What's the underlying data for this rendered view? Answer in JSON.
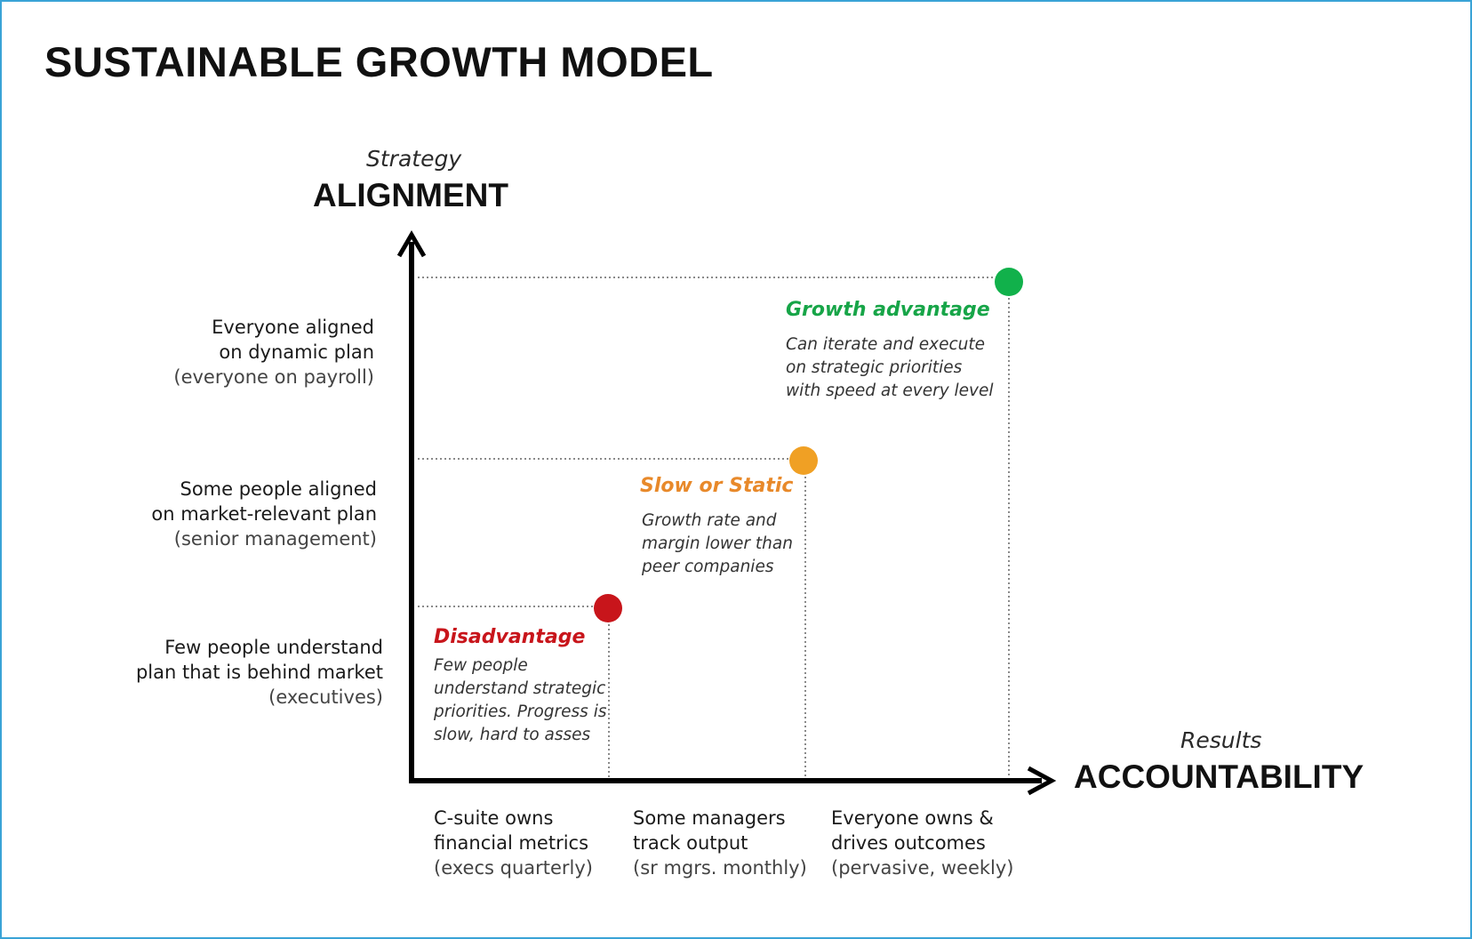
{
  "title": "SUSTAINABLE GROWTH MODEL",
  "y_axis": {
    "sub": "Strategy",
    "main": "ALIGNMENT",
    "levels": [
      {
        "line1": "Everyone aligned",
        "line2": "on dynamic plan",
        "line3": "(everyone on payroll)"
      },
      {
        "line1": "Some people aligned",
        "line2": "on market-relevant plan",
        "line3": "(senior management)"
      },
      {
        "line1": "Few people understand",
        "line2": "plan that is behind market",
        "line3": "(executives)"
      }
    ]
  },
  "x_axis": {
    "sub": "Results",
    "main": "ACCOUNTABILITY",
    "levels": [
      {
        "line1": "C-suite owns",
        "line2": "financial metrics",
        "line3": "(execs quarterly)"
      },
      {
        "line1": "Some managers",
        "line2": "track output",
        "line3": "(sr mgrs. monthly)"
      },
      {
        "line1": "Everyone owns &",
        "line2": "drives outcomes",
        "line3": "(pervasive, weekly)"
      }
    ]
  },
  "stages": [
    {
      "title": "Disadvantage",
      "color": "#c8151b",
      "desc": [
        "Few people",
        "understand strategic",
        "priorities. Progress is",
        "slow, hard to asses"
      ]
    },
    {
      "title": "Slow or Static",
      "color": "#f0a024",
      "title_color": "#e8892a",
      "desc": [
        "Growth rate and",
        "margin lower than",
        "peer companies"
      ]
    },
    {
      "title": "Growth advantage",
      "color": "#11b14b",
      "title_color": "#17a548",
      "desc": [
        "Can iterate and execute",
        "on strategic priorities",
        "with speed at every level"
      ]
    }
  ]
}
